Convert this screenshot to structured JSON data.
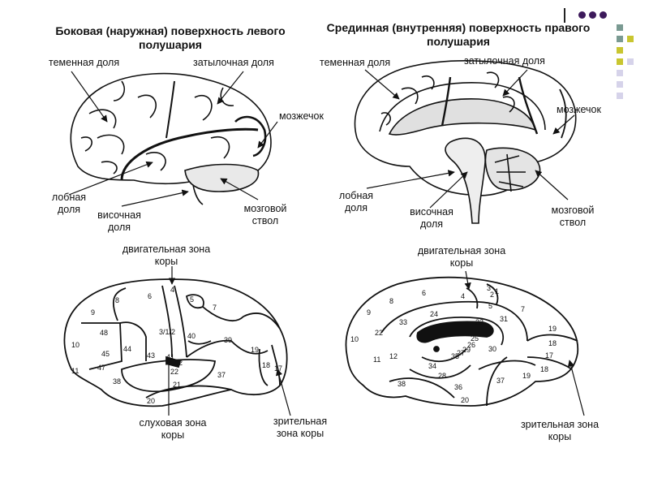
{
  "colors": {
    "ink": "#111111",
    "dot_purple": "#3d1a5b",
    "square_gray": "#7a9a92",
    "square_olive": "#c9c630",
    "square_lavender": "#d6d3ea"
  },
  "top": {
    "lateral_title": "Боковая (наружная) поверхность левого полушария",
    "medial_title": "Срединная (внутренняя) поверхность правого полушария",
    "lateral_labels": {
      "parietal": "теменная доля",
      "occipital": "затылочная доля",
      "cerebellum": "мозжечок",
      "frontal": "лобная доля",
      "temporal": "височная доля",
      "brainstem": "мозговой ствол"
    },
    "medial_labels": {
      "parietal": "теменная доля",
      "occipital": "затылочная доля",
      "cerebellum": "мозжечок",
      "frontal": "лобная доля",
      "temporal": "височная доля",
      "brainstem": "мозговой ствол"
    }
  },
  "bottom": {
    "lateral_labels": {
      "motor": "двигательная зона коры",
      "auditory": "слуховая зона коры",
      "visual": "зрительная зона коры"
    },
    "medial_labels": {
      "motor": "двигательная зона коры",
      "visual": "зрительная зона коры"
    },
    "lateral_areas": [
      "4",
      "6",
      "8",
      "9",
      "5",
      "7",
      "3/1/2",
      "40",
      "39",
      "48",
      "10",
      "45",
      "44",
      "43",
      "41",
      "42",
      "22",
      "19",
      "47",
      "11",
      "38",
      "21",
      "37",
      "18",
      "17",
      "20"
    ],
    "medial_areas": [
      "6",
      "4",
      "3",
      "1",
      "2",
      "5",
      "7",
      "8",
      "9",
      "24",
      "23",
      "31",
      "33",
      "10",
      "22",
      "25",
      "26",
      "29",
      "30",
      "19",
      "18",
      "17",
      "11",
      "12",
      "27",
      "35",
      "34",
      "28",
      "38",
      "36",
      "37",
      "19",
      "18",
      "20"
    ]
  }
}
